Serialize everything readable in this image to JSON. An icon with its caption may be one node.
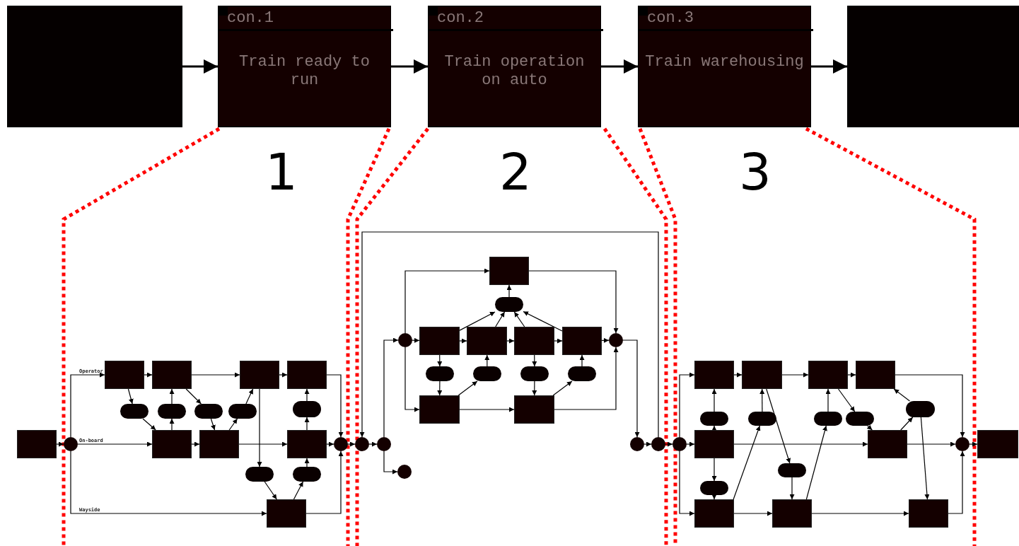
{
  "diagram": {
    "nodes": [
      {
        "text": [],
        "shape": "box"
      },
      {
        "text": [
          "con.1",
          "Train ready to run"
        ]
      },
      {
        "text": [
          "con.2",
          "Train operation on auto"
        ]
      },
      {
        "text": [
          "con.3",
          "Train warehousing"
        ]
      },
      {
        "text": [],
        "shape": "box"
      },
      {
        "text": [],
        "shape": "box"
      },
      {
        "text": [],
        "shape": "circle"
      },
      {
        "text": [],
        "shape": "box"
      },
      {
        "text": [],
        "shape": "box"
      },
      {
        "text": [],
        "shape": "box"
      },
      {
        "text": [],
        "shape": "box"
      },
      {
        "text": [],
        "shape": "oval"
      },
      {
        "text": [],
        "shape": "oval"
      },
      {
        "text": [],
        "shape": "oval"
      },
      {
        "text": [],
        "shape": "oval"
      },
      {
        "text": [],
        "shape": "oval"
      },
      {
        "text": [],
        "shape": "box"
      },
      {
        "text": [],
        "shape": "box"
      },
      {
        "text": [],
        "shape": "box"
      },
      {
        "text": [],
        "shape": "oval"
      },
      {
        "text": [],
        "shape": "oval"
      },
      {
        "text": [],
        "shape": "box"
      },
      {
        "text": [],
        "shape": "circle"
      },
      {
        "text": [],
        "shape": "circle"
      },
      {
        "text": [],
        "shape": "circle"
      },
      {
        "text": [],
        "shape": "circle"
      },
      {
        "text": [],
        "shape": "circle"
      },
      {
        "text": [],
        "shape": "box"
      },
      {
        "text": [],
        "shape": "oval"
      },
      {
        "text": [],
        "shape": "box"
      },
      {
        "text": [],
        "shape": "box"
      },
      {
        "text": [],
        "shape": "box"
      },
      {
        "text": [],
        "shape": "box"
      },
      {
        "text": [],
        "shape": "oval"
      },
      {
        "text": [],
        "shape": "oval"
      },
      {
        "text": [],
        "shape": "oval"
      },
      {
        "text": [],
        "shape": "oval"
      },
      {
        "text": [],
        "shape": "box"
      },
      {
        "text": [],
        "shape": "box"
      },
      {
        "text": [],
        "shape": "circle"
      },
      {
        "text": [],
        "shape": "circle"
      },
      {
        "text": [],
        "shape": "circle"
      },
      {
        "text": [],
        "shape": "circle"
      },
      {
        "text": [],
        "shape": "box"
      },
      {
        "text": [],
        "shape": "box"
      },
      {
        "text": [],
        "shape": "box"
      },
      {
        "text": [],
        "shape": "box"
      },
      {
        "text": [],
        "shape": "oval"
      },
      {
        "text": [],
        "shape": "oval"
      },
      {
        "text": [],
        "shape": "oval"
      },
      {
        "text": [],
        "shape": "oval"
      },
      {
        "text": [],
        "shape": "oval"
      },
      {
        "text": [],
        "shape": "box"
      },
      {
        "text": [],
        "shape": "box"
      },
      {
        "text": [],
        "shape": "oval"
      },
      {
        "text": [],
        "shape": "oval"
      },
      {
        "text": [],
        "shape": "box"
      },
      {
        "text": [],
        "shape": "box"
      },
      {
        "text": [],
        "shape": "box"
      },
      {
        "text": [],
        "shape": "circle"
      },
      {
        "text": [],
        "shape": "box"
      }
    ],
    "edges": [
      {
        "from": 0,
        "to": 1,
        "arrow": "to"
      },
      {
        "from": 1,
        "to": 2,
        "arrow": "to"
      },
      {
        "from": 2,
        "to": 3,
        "arrow": "to"
      },
      {
        "from": 3,
        "to": 4,
        "arrow": "to"
      },
      {
        "from": 5,
        "to": 6,
        "arrow": "to"
      },
      {
        "from": 6,
        "to": 7,
        "arrow": "to"
      },
      {
        "from": 6,
        "to": 16,
        "arrow": "to"
      },
      {
        "from": 6,
        "to": 21,
        "arrow": "to"
      },
      {
        "from": 7,
        "to": 8,
        "arrow": "to"
      },
      {
        "from": 8,
        "to": 9,
        "arrow": "to"
      },
      {
        "from": 9,
        "to": 10,
        "arrow": "to"
      },
      {
        "from": 7,
        "to": 11,
        "arrow": "to"
      },
      {
        "from": 11,
        "to": 16,
        "arrow": "to"
      },
      {
        "from": 16,
        "to": 12,
        "arrow": "to"
      },
      {
        "from": 12,
        "to": 8,
        "arrow": "to"
      },
      {
        "from": 8,
        "to": 13,
        "arrow": "to"
      },
      {
        "from": 13,
        "to": 17,
        "arrow": "to"
      },
      {
        "from": 16,
        "to": 17,
        "arrow": "to"
      },
      {
        "from": 17,
        "to": 14,
        "arrow": "to"
      },
      {
        "from": 14,
        "to": 9,
        "arrow": "to"
      },
      {
        "from": 17,
        "to": 18,
        "arrow": "to"
      },
      {
        "from": 9,
        "to": 19,
        "arrow": "to"
      },
      {
        "from": 19,
        "to": 21,
        "arrow": "to"
      },
      {
        "from": 21,
        "to": 20,
        "arrow": "to"
      },
      {
        "from": 20,
        "to": 18,
        "arrow": "to"
      },
      {
        "from": 18,
        "to": 15,
        "arrow": "to"
      },
      {
        "from": 15,
        "to": 10,
        "arrow": "to"
      },
      {
        "from": 10,
        "to": 22,
        "arrow": "to"
      },
      {
        "from": 18,
        "to": 22,
        "arrow": "to"
      },
      {
        "from": 21,
        "to": 22,
        "arrow": "to"
      },
      {
        "from": 22,
        "to": 23,
        "arrow": "to"
      },
      {
        "from": 41,
        "to": 23,
        "arrow": "to"
      },
      {
        "from": 23,
        "to": 24,
        "arrow": "to"
      },
      {
        "from": 24,
        "to": 26,
        "arrow": "to"
      },
      {
        "from": 24,
        "to": 25,
        "arrow": "to"
      },
      {
        "from": 26,
        "to": 27,
        "arrow": "to"
      },
      {
        "from": 26,
        "to": 29,
        "arrow": "to"
      },
      {
        "from": 26,
        "to": 37,
        "arrow": "to"
      },
      {
        "from": 29,
        "to": 30,
        "arrow": "to"
      },
      {
        "from": 30,
        "to": 31,
        "arrow": "to"
      },
      {
        "from": 31,
        "to": 32,
        "arrow": "to"
      },
      {
        "from": 32,
        "to": 39,
        "arrow": "to"
      },
      {
        "from": 29,
        "to": 28,
        "arrow": "to"
      },
      {
        "from": 30,
        "to": 28,
        "arrow": "to"
      },
      {
        "from": 31,
        "to": 28,
        "arrow": "to"
      },
      {
        "from": 32,
        "to": 28,
        "arrow": "to"
      },
      {
        "from": 28,
        "to": 27,
        "arrow": "to"
      },
      {
        "from": 27,
        "to": 39,
        "arrow": "to"
      },
      {
        "from": 29,
        "to": 33,
        "arrow": "to"
      },
      {
        "from": 33,
        "to": 37,
        "arrow": "to"
      },
      {
        "from": 37,
        "to": 34,
        "arrow": "to"
      },
      {
        "from": 34,
        "to": 30,
        "arrow": "to"
      },
      {
        "from": 31,
        "to": 35,
        "arrow": "to"
      },
      {
        "from": 35,
        "to": 38,
        "arrow": "to"
      },
      {
        "from": 38,
        "to": 36,
        "arrow": "to"
      },
      {
        "from": 36,
        "to": 32,
        "arrow": "to"
      },
      {
        "from": 37,
        "to": 38,
        "arrow": "to"
      },
      {
        "from": 38,
        "to": 39,
        "arrow": "to"
      },
      {
        "from": 39,
        "to": 40,
        "arrow": "to"
      },
      {
        "from": 40,
        "to": 41,
        "arrow": "to"
      },
      {
        "from": 41,
        "to": 42,
        "arrow": "to"
      },
      {
        "from": 42,
        "to": 43,
        "arrow": "to"
      },
      {
        "from": 42,
        "to": 52,
        "arrow": "to"
      },
      {
        "from": 42,
        "to": 56,
        "arrow": "to"
      },
      {
        "from": 43,
        "to": 44,
        "arrow": "to"
      },
      {
        "from": 44,
        "to": 45,
        "arrow": "to"
      },
      {
        "from": 45,
        "to": 46,
        "arrow": "to"
      },
      {
        "from": 52,
        "to": 48,
        "arrow": "to"
      },
      {
        "from": 48,
        "to": 43,
        "arrow": "to"
      },
      {
        "from": 56,
        "to": 49,
        "arrow": "to"
      },
      {
        "from": 49,
        "to": 44,
        "arrow": "to"
      },
      {
        "from": 44,
        "to": 54,
        "arrow": "to"
      },
      {
        "from": 54,
        "to": 57,
        "arrow": "to"
      },
      {
        "from": 57,
        "to": 50,
        "arrow": "to"
      },
      {
        "from": 50,
        "to": 45,
        "arrow": "to"
      },
      {
        "from": 45,
        "to": 51,
        "arrow": "to"
      },
      {
        "from": 51,
        "to": 53,
        "arrow": "to"
      },
      {
        "from": 53,
        "to": 47,
        "arrow": "to"
      },
      {
        "from": 47,
        "to": 46,
        "arrow": "to"
      },
      {
        "from": 47,
        "to": 58,
        "arrow": "to"
      },
      {
        "from": 52,
        "to": 53,
        "arrow": "to"
      },
      {
        "from": 52,
        "to": 55,
        "arrow": "to"
      },
      {
        "from": 55,
        "to": 56,
        "arrow": "to"
      },
      {
        "from": 56,
        "to": 57,
        "arrow": "to"
      },
      {
        "from": 57,
        "to": 58,
        "arrow": "to"
      },
      {
        "from": 46,
        "to": 59,
        "arrow": "to"
      },
      {
        "from": 53,
        "to": 59,
        "arrow": "to"
      },
      {
        "from": 58,
        "to": 59,
        "arrow": "to"
      },
      {
        "from": 59,
        "to": 60,
        "arrow": "to"
      }
    ],
    "labels": [
      "1",
      "2",
      "3",
      "Operator",
      "On-board",
      "Wayside"
    ]
  }
}
